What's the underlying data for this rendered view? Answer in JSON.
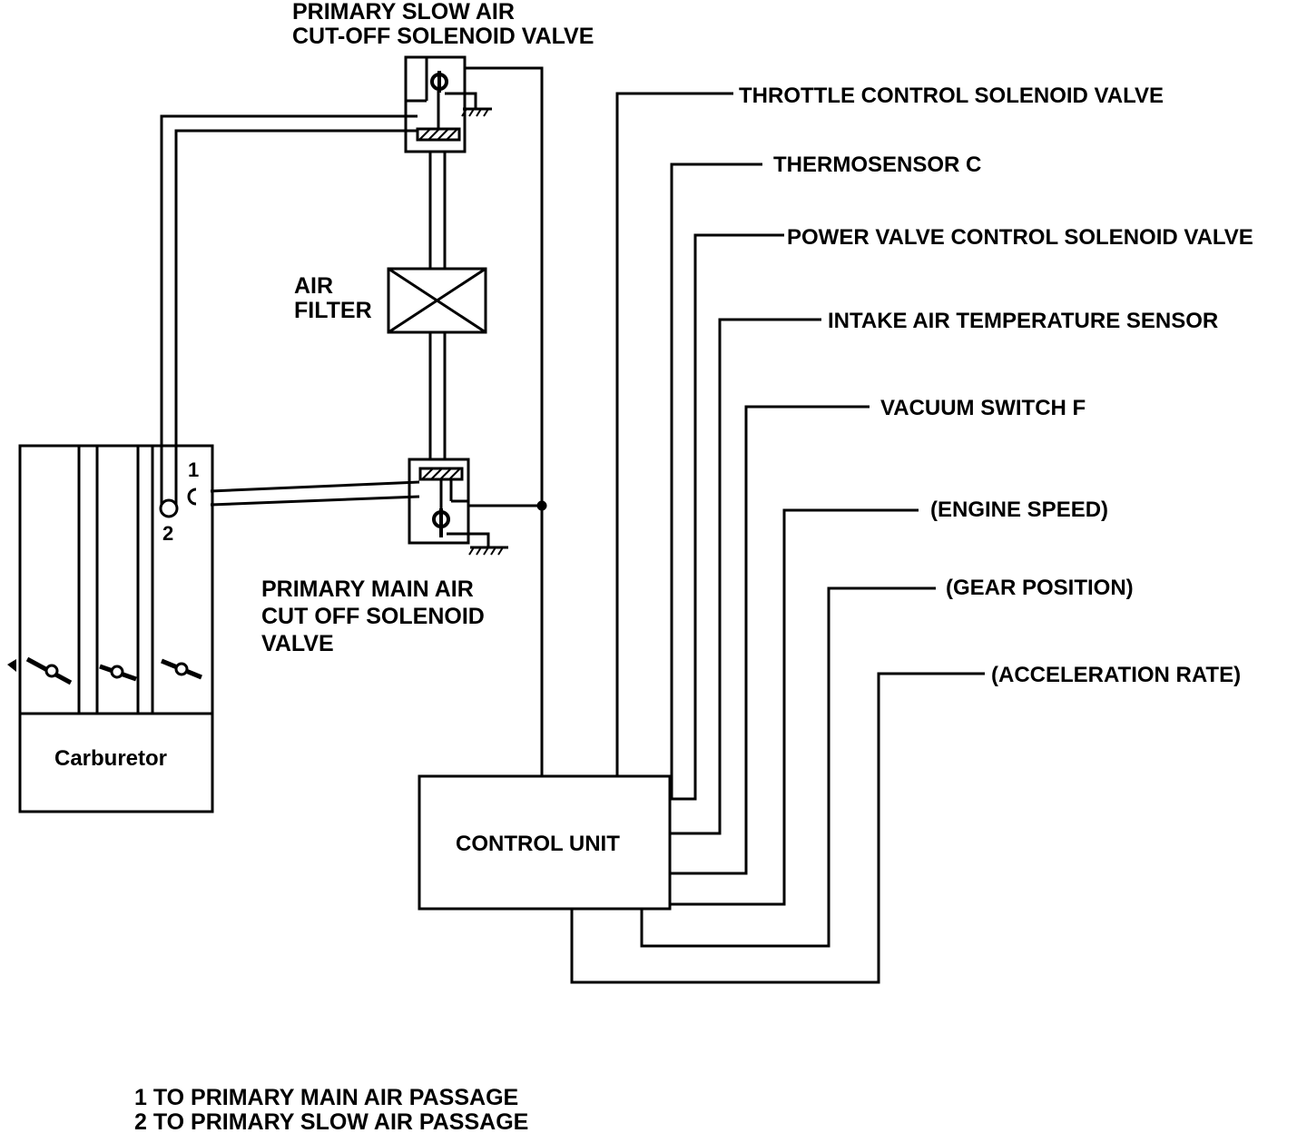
{
  "components": {
    "slow_valve_label": [
      "PRIMARY SLOW AIR",
      "CUT-OFF SOLENOID VALVE"
    ],
    "air_filter_label": [
      "AIR",
      "FILTER"
    ],
    "main_valve_label": [
      "PRIMARY MAIN AIR",
      "CUT OFF SOLENOID",
      "VALVE"
    ],
    "carburetor_label": "Carburetor",
    "control_unit_label": "CONTROL UNIT",
    "port_1": "1",
    "port_2": "2"
  },
  "signals": [
    "THROTTLE CONTROL SOLENOID VALVE",
    "THERMOSENSOR C",
    "POWER VALVE CONTROL SOLENOID VALVE",
    "INTAKE AIR TEMPERATURE SENSOR",
    "VACUUM SWITCH F",
    "(ENGINE SPEED)",
    "(GEAR POSITION)",
    "(ACCELERATION RATE)"
  ],
  "legend": [
    "1 TO PRIMARY MAIN AIR PASSAGE",
    "2 TO PRIMARY SLOW AIR PASSAGE"
  ],
  "colors": {
    "ink": "#000000",
    "paper": "#ffffff"
  }
}
